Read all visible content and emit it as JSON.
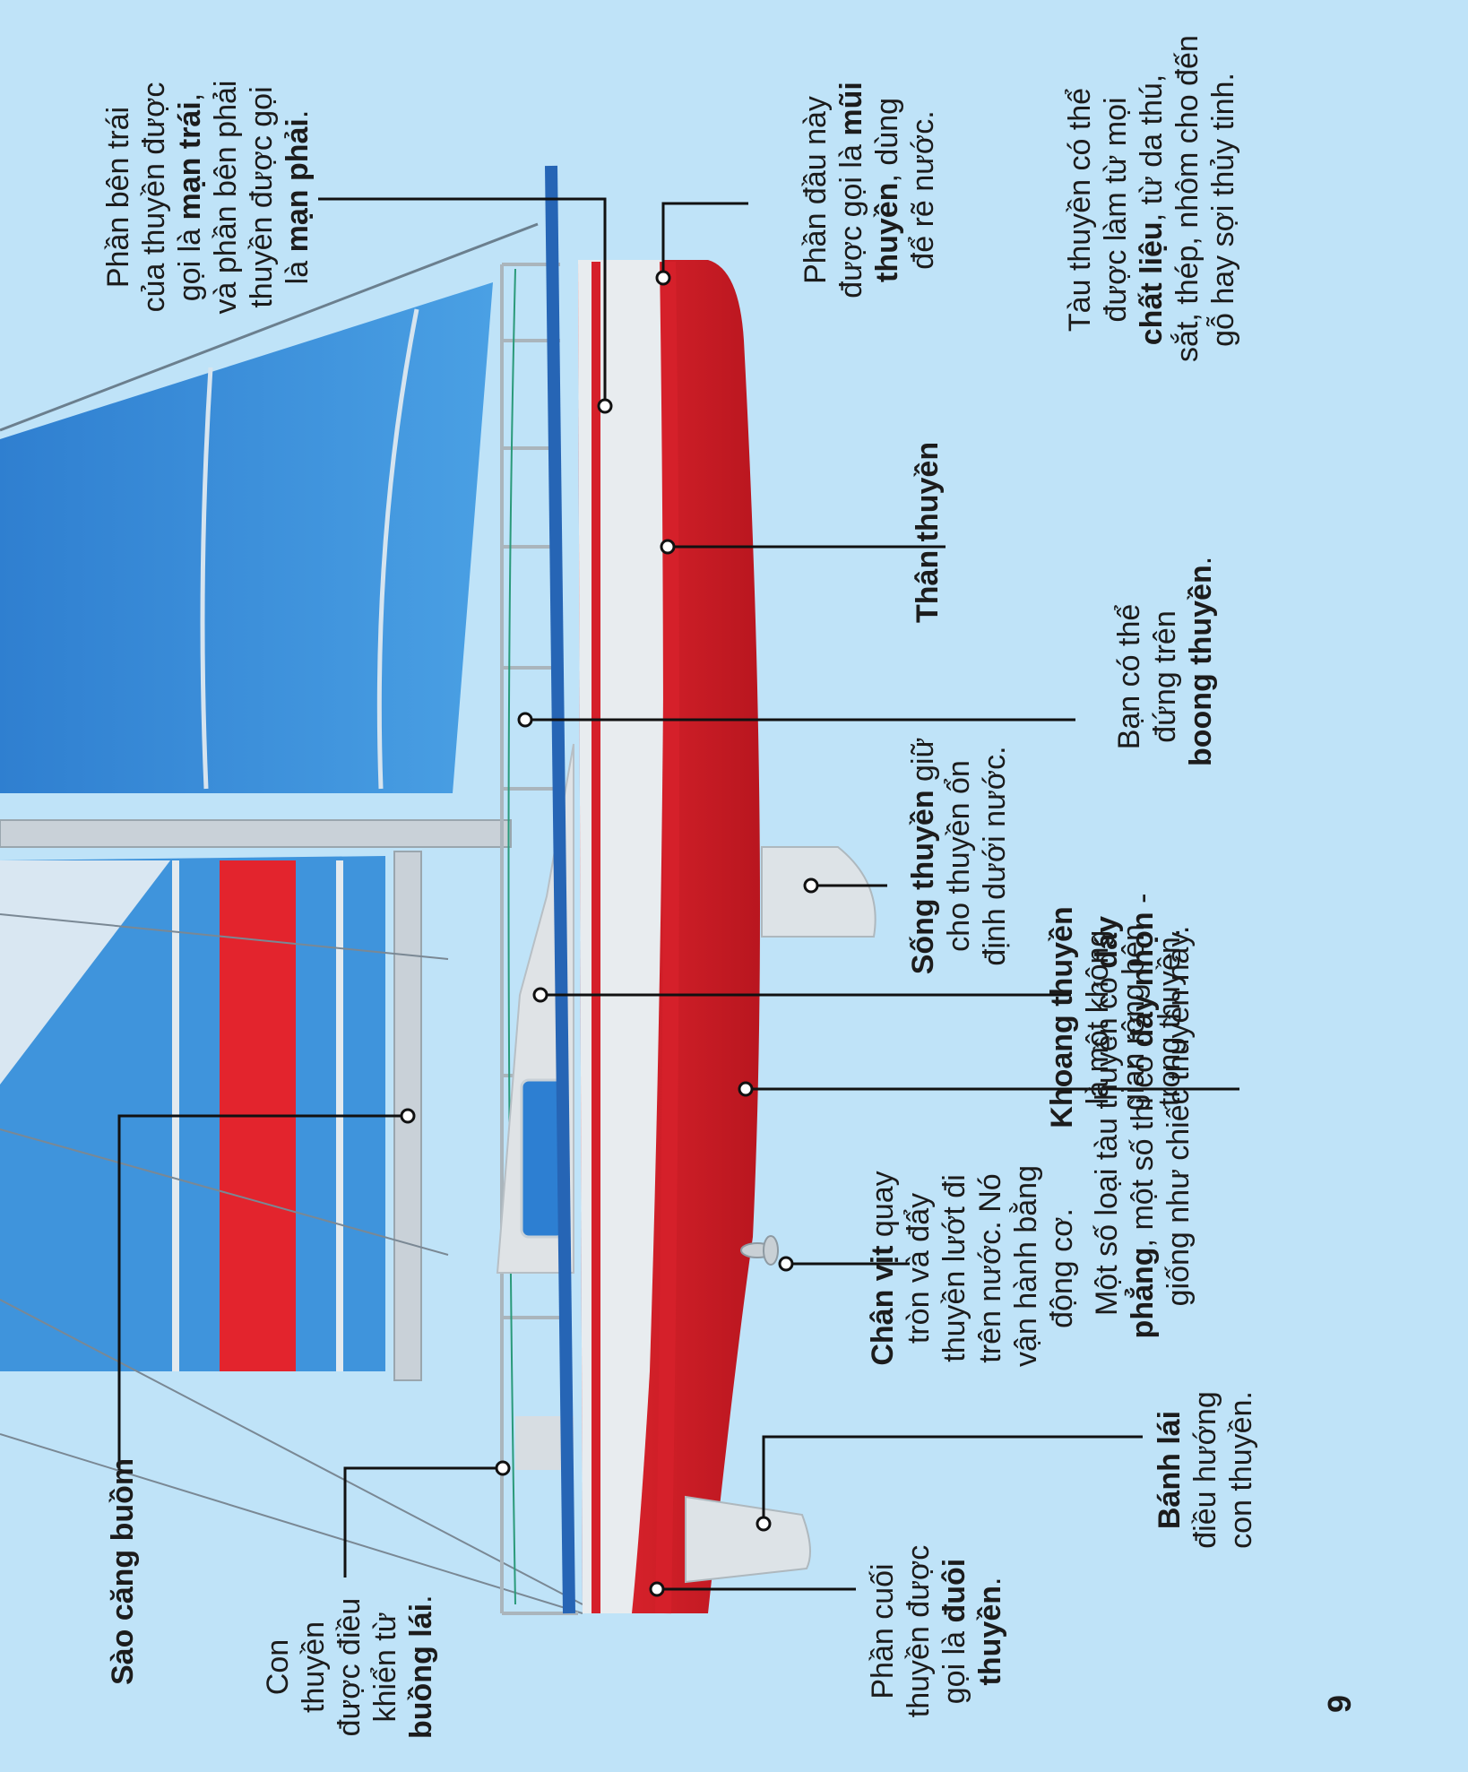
{
  "page_number": "9",
  "colors": {
    "background": "#bfe3f8",
    "hull_red": "#d5202a",
    "hull_white": "#e9ecee",
    "sail_blue": "#3c8fd6",
    "sail_blue_dark": "#1c5fae",
    "leader_line": "#111111"
  },
  "captions": {
    "port_starboard": {
      "l1": "Phần bên trái",
      "l2": "của thuyền được",
      "l3a": "gọi là ",
      "l3b": "mạn trái",
      "l3c": ",",
      "l4": "và phần bên phải",
      "l5": "thuyền được gọi",
      "l6a": "là ",
      "l6b": "mạn phải",
      "l6c": "."
    },
    "bow": {
      "l1": "Phần đầu này",
      "l2a": "được gọi là ",
      "l2b": "mũi",
      "l3a": "thuyền",
      "l3b": ", dùng",
      "l4": "để rẽ nước."
    },
    "materials": {
      "l1": "Tàu thuyền có thể",
      "l2": "được làm từ mọi",
      "l3a": "chất liệu",
      "l3b": ", từ da thú,",
      "l4": "sắt, thép, nhôm  cho đến",
      "l5": "gỗ hay sợi thủy tinh."
    },
    "hull": {
      "title": "Thân thuyền"
    },
    "deck": {
      "l1": "Bạn có thể",
      "l2": "đứng trên",
      "l3a": "boong thuyền",
      "l3b": "."
    },
    "keel": {
      "l1a": "Sống thuyền",
      "l1b": " giữ",
      "l2": "cho thuyền ổn",
      "l3": "định dưới nước."
    },
    "cabin": {
      "l1": "Khoang thuyền",
      "l2": "là một không",
      "l3": "gian rộng bên",
      "l4": "trong thuyền."
    },
    "hull_shape": {
      "l1a": "Một số loại tàu thuyền có ",
      "l1b": "đáy",
      "l2a": "phẳng",
      "l2b": ", một số thì có ",
      "l2c": "đáy nhọn",
      "l2d": " -",
      "l3": "giống như chiếc thuyền này."
    },
    "propeller": {
      "l1a": "Chân vịt",
      "l1b": " quay",
      "l2": "tròn và đẩy",
      "l3": "thuyền lướt đi",
      "l4": "trên nước. Nó",
      "l5": "vận hành bằng",
      "l6": "động cơ."
    },
    "rudder": {
      "l1": "Bánh lái",
      "l2": "điều hướng",
      "l3": "con thuyền."
    },
    "stern": {
      "l1": "Phần cuối",
      "l2": "thuyền được",
      "l3a": "gọi là ",
      "l3b": "đuôi",
      "l4a": "thuyền",
      "l4b": "."
    },
    "cockpit": {
      "l1": "Con",
      "l2": "thuyền",
      "l3": "được điều",
      "l4": "khiển từ",
      "l5a": "buồng lái",
      "l5b": "."
    },
    "boom": {
      "title": "Sào căng buồm"
    }
  }
}
